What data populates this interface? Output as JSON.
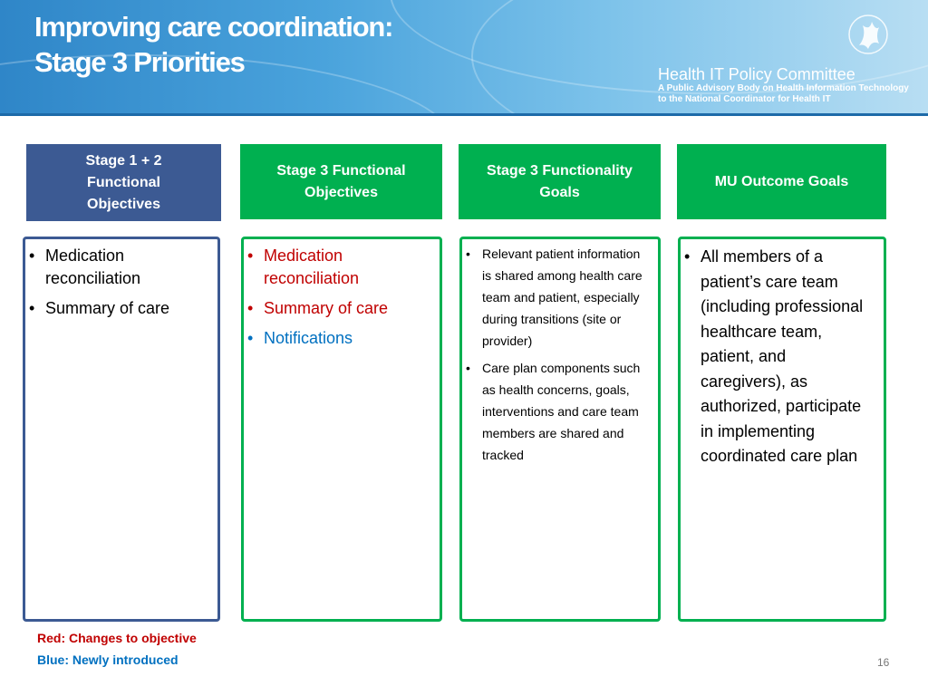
{
  "header": {
    "title_line1": "Improving care coordination:",
    "title_line2": "Stage 3 Priorities",
    "org_name": "Health IT Policy Committee",
    "org_sub1": "A Public Advisory Body on Health Information Technology",
    "org_sub2": "to the National Coordinator for Health IT",
    "logo_icon": "hhs-eagle-icon"
  },
  "columns": [
    {
      "heading": "Stage 1 + 2 Functional Objectives",
      "items": [
        "Medication reconciliation",
        "Summary of care"
      ]
    },
    {
      "heading": "Stage  3 Functional Objectives",
      "items": [
        "Medication reconciliation",
        "Summary of care",
        "Notifications"
      ]
    },
    {
      "heading": "Stage  3 Functionality Goals",
      "items": [
        "Relevant patient information is shared among health care team and patient, especially during transitions (site or provider)",
        "Care plan components such as health concerns, goals, interventions and care team members are shared and tracked"
      ]
    },
    {
      "heading": "MU Outcome Goals",
      "items": [
        "All members of a patient’s care team (including professional healthcare team, patient, and caregivers), as authorized, participate in implementing coordinated care plan"
      ]
    }
  ],
  "legend": {
    "red": "Red: Changes to objective",
    "blue": "Blue: Newly introduced"
  },
  "page_number": "16",
  "colors": {
    "header_blue": "#3c5a93",
    "header_green": "#00b050",
    "changed_red": "#c00000",
    "new_blue": "#0070c0"
  }
}
